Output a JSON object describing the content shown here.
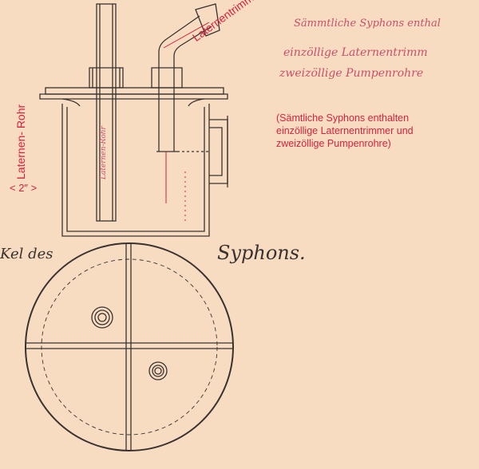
{
  "annotations": {
    "lantern_trimmer": "Laternentrimmer",
    "lantern_pipe": "Laternen- Rohr",
    "pipe_size": "< 2″ >",
    "note_line1": "(Sämtliche Syphons enthalten",
    "note_line2": " einzöllige Laternentrimmer und",
    "note_line3": " zweizöllige Pumpenrohre)"
  },
  "handwriting": {
    "line1": "Sämmtliche Syphons enthal",
    "line2": "einzöllige Laternentrimm",
    "line3": "zweizöllige Pumpenrohre",
    "pipe_label": "Laternen-Rohr",
    "title_left": "Kel des",
    "title_right": "Syphons."
  },
  "colors": {
    "paper": "#f7dcc2",
    "ink": "#3a3230",
    "annotation": "#d8213c",
    "handwriting": "#c8506a"
  }
}
